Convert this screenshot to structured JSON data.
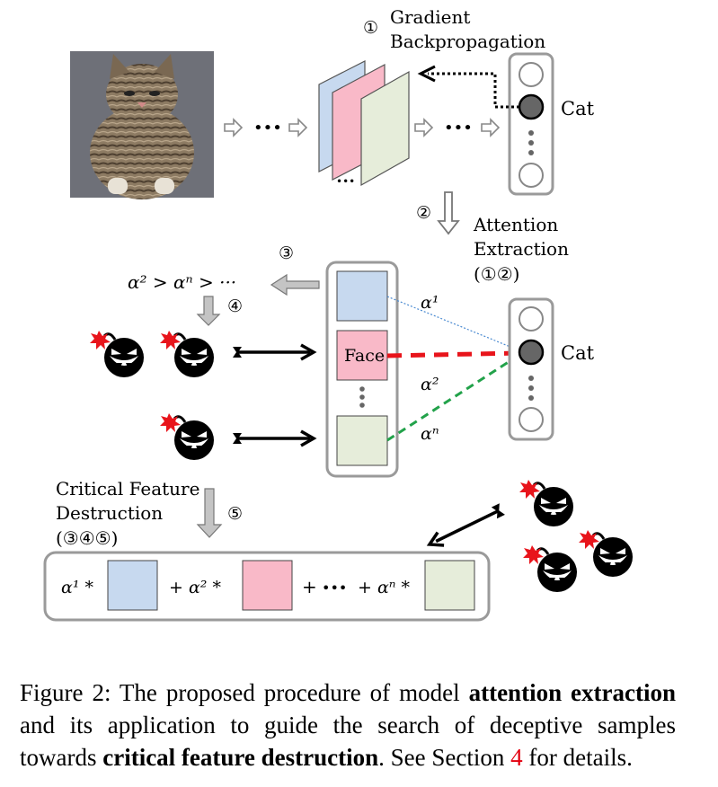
{
  "diagram": {
    "step1_marker": "①",
    "step1_label_line1": "Gradient",
    "step1_label_line2": "Backpropagation",
    "output_class_top": "Cat",
    "step2_marker": "②",
    "step2_label_line1": "Attention",
    "step2_label_line2": "Extraction",
    "step2_label_line3": "(①②)",
    "step3_marker": "③",
    "ordering_expression": "α² > αⁿ > ···",
    "step4_marker": "④",
    "alpha1_label": "α¹",
    "alpha2_label": "α²",
    "alphan_label": "αⁿ",
    "face_label": "Face",
    "output_class_mid": "Cat",
    "step5_label_line1": "Critical Feature",
    "step5_label_line2": "Destruction",
    "step5_label_line3": "(③④⑤)",
    "step5_marker": "⑤",
    "sum_term1": "α¹ *",
    "sum_term2": "+ α² *",
    "sum_term3": "+",
    "sum_ellipsis": "•••",
    "sum_term4": "+ αⁿ *",
    "colors": {
      "blue_feature": "#c7d9ef",
      "pink_feature": "#f9b9c8",
      "green_feature": "#e6edda",
      "red_line": "#e8141b",
      "green_line": "#22a24a",
      "blue_line": "#4a8ad1"
    }
  },
  "caption": {
    "prefix": "Figure 2:",
    "part1": " The proposed procedure of model ",
    "bold1": "attention extraction",
    "part2": " and its application to guide the search of deceptive samples towards ",
    "bold2": "critical feature destruction",
    "part3": ". See Section ",
    "ref": "4",
    "part4": " for details."
  }
}
